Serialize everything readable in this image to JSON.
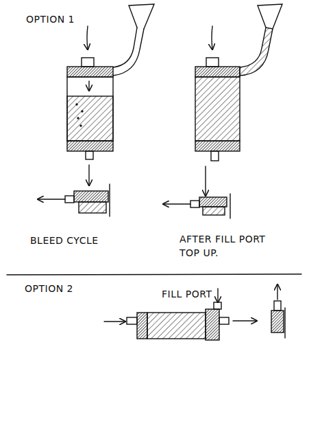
{
  "diagram": {
    "labels": [
      "OPTION 1",
      "BLEED CYCLE",
      "AFTER FILL PORT TOP UP.",
      "OPTION 2",
      "FILL PORT"
    ]
  }
}
